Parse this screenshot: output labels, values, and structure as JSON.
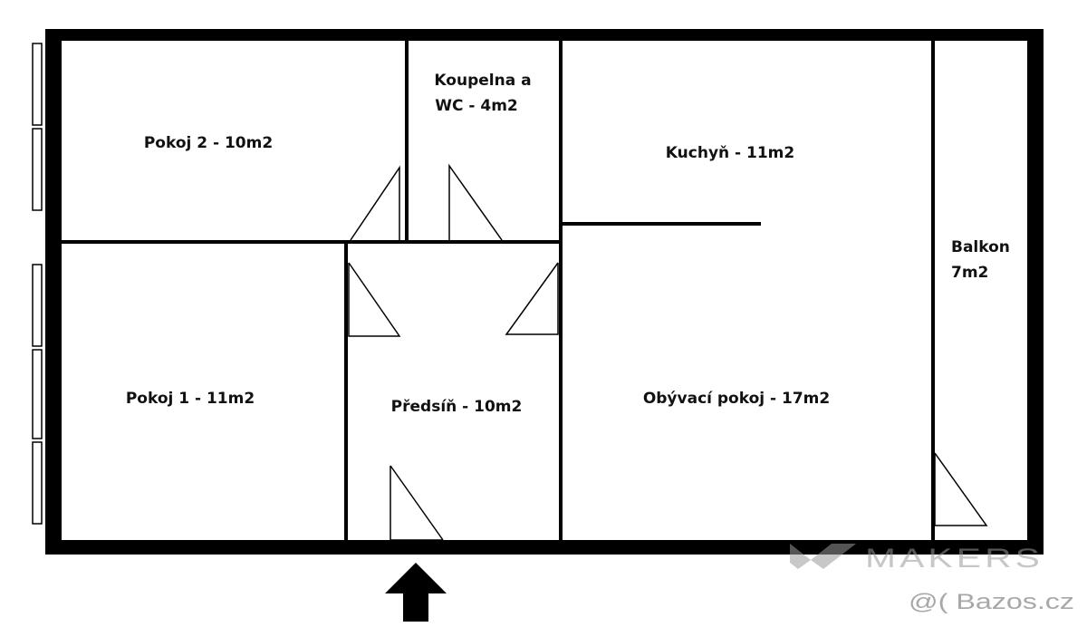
{
  "rooms": {
    "pokoj2": "Pokoj 2 - 10m2",
    "koupelna_line1": "Koupelna a",
    "koupelna_line2": "WC - 4m2",
    "kuchyn": "Kuchyň - 11m2",
    "balkon_line1": "Balkon",
    "balkon_line2": "7m2",
    "pokoj1": "Pokoj 1 - 11m2",
    "predsin": "Předsíň - 10m2",
    "obyvaci": "Obývací pokoj - 17m2"
  },
  "watermarks": {
    "makers": "MAKERS",
    "bazos": "@( Bazos.cz"
  },
  "icons": {
    "entrance": "entrance-arrow-icon"
  },
  "colors": {
    "wall": "#000000",
    "background": "#ffffff",
    "watermark": "#9a9a9a"
  }
}
